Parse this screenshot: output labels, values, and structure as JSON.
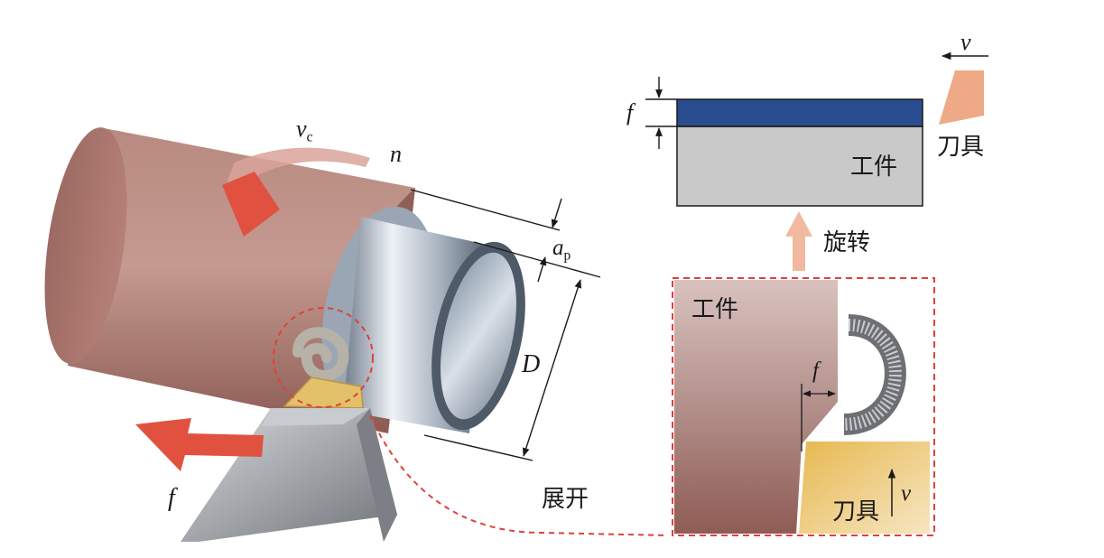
{
  "labels": {
    "vc_main": "v",
    "vc_sub": "c",
    "n": "n",
    "ap_main": "a",
    "ap_sub": "p",
    "D": "D",
    "f_left": "f",
    "unfold": "展开",
    "v_top": "v",
    "f_top": "f",
    "tool_top": "刀具",
    "work_top": "工件",
    "rotate": "旋转",
    "work_detail": "工件",
    "f_detail": "f",
    "tool_detail": "刀具",
    "v_detail": "v"
  },
  "colors": {
    "workpiece": "#a7746a",
    "bore": "#aab7c6",
    "arrow_red": "#e0523f",
    "insert": "#e3c06a",
    "tool_body": "#9b9ea4",
    "blue_layer": "#2a4d8f",
    "gray_block": "#c9c9c9",
    "tool_orange": "#eeaa86",
    "rotate_arrow": "#f2b9a1",
    "dash_red": "#e0403a"
  }
}
